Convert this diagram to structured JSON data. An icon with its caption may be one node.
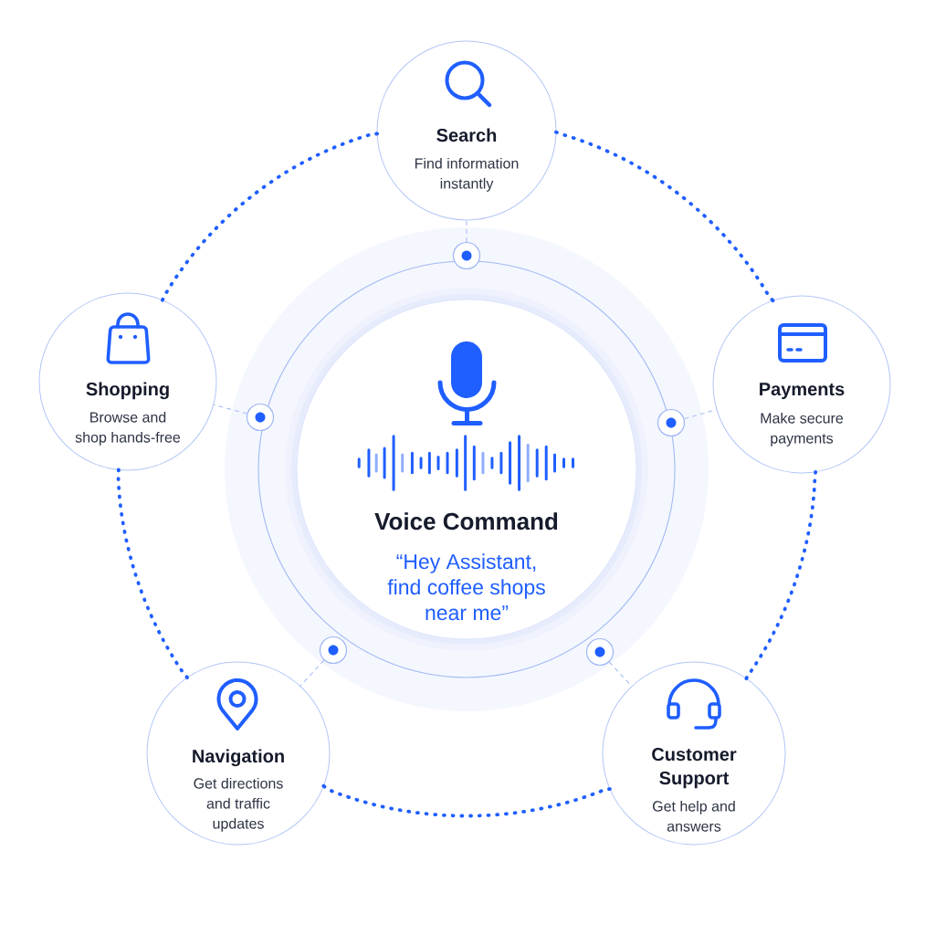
{
  "diagram": {
    "nodes": [
      {
        "text": [
          "Search",
          "Find information instantly"
        ]
      },
      {
        "text": [
          "Shopping",
          "Browse and shop hands-free"
        ]
      },
      {
        "text": [
          "Payments",
          "Make secure payments"
        ]
      },
      {
        "text": [
          "Voice Command",
          "“Hey Assistant, find coffee shops near me”"
        ]
      },
      {
        "text": [
          "Navigation",
          "Get directions and traffic updates"
        ]
      },
      {
        "text": [
          "Customer Support",
          "Get help and answers"
        ]
      },
      {
        "text": [],
        "shape": "circle"
      },
      {
        "text": [],
        "shape": "circle"
      },
      {
        "text": [],
        "shape": "circle"
      },
      {
        "text": [],
        "shape": "circle"
      },
      {
        "text": [],
        "shape": "circle"
      }
    ],
    "edges": [
      {
        "from": 6,
        "to": 0,
        "arrow": "none",
        "style": "dashed",
        "color": "#a9bff4"
      },
      {
        "from": 7,
        "to": 1,
        "arrow": "none",
        "style": "dashed",
        "color": "#a9bff4"
      },
      {
        "from": 8,
        "to": 2,
        "arrow": "none",
        "style": "dashed",
        "color": "#a9bff4"
      },
      {
        "from": 9,
        "to": 4,
        "arrow": "none",
        "style": "dashed",
        "color": "#a9bff4"
      },
      {
        "from": 10,
        "to": 5,
        "arrow": "none",
        "style": "dashed",
        "color": "#a9bff4"
      },
      {
        "from": 0,
        "to": 2,
        "arrow": "none",
        "style": "dashed",
        "color": "#1f5eff"
      },
      {
        "from": 2,
        "to": 5,
        "arrow": "none",
        "style": "dashed",
        "color": "#1f5eff"
      },
      {
        "from": 5,
        "to": 4,
        "arrow": "none",
        "style": "dashed",
        "color": "#1f5eff"
      },
      {
        "from": 4,
        "to": 1,
        "arrow": "none",
        "style": "dashed",
        "color": "#1f5eff"
      },
      {
        "from": 1,
        "to": 0,
        "arrow": "none",
        "style": "dashed",
        "color": "#1f5eff"
      }
    ]
  }
}
